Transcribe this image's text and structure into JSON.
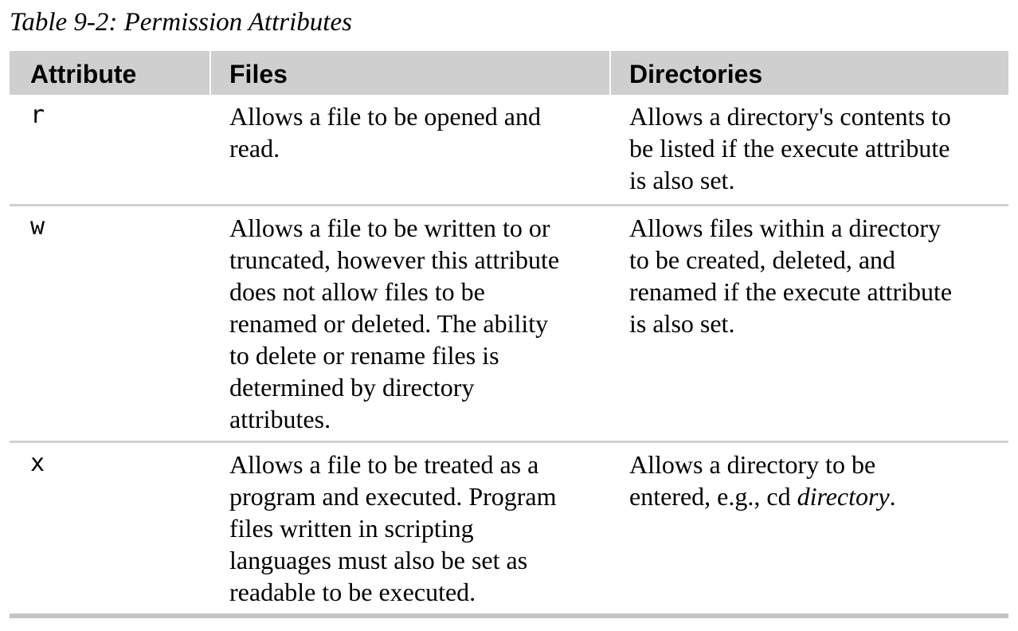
{
  "caption": "Table 9-2: Permission Attributes",
  "headers": {
    "attribute": "Attribute",
    "files": "Files",
    "directories": "Directories"
  },
  "rows": [
    {
      "attribute": "r",
      "files_lines": [
        "Allows a file to be opened and",
        "read."
      ],
      "directories_lines": [
        "Allows a directory's contents to",
        "be listed if the execute attribute",
        "is also set."
      ]
    },
    {
      "attribute": "w",
      "files_lines": [
        "Allows a file to be written to or",
        "truncated, however this attribute",
        "does not allow files to be",
        "renamed or deleted. The ability",
        "to delete or rename files is",
        "determined by directory",
        "attributes."
      ],
      "directories_lines": [
        "Allows files within a directory",
        "to be created, deleted, and",
        "renamed if the execute attribute",
        "is also set."
      ]
    },
    {
      "attribute": "x",
      "files_lines": [
        "Allows a file to be treated as a",
        "program and executed. Program",
        "files written in scripting",
        "languages must also be set as",
        "readable to be executed."
      ],
      "directories_line1": "Allows a directory to be",
      "directories_line2_prefix": "entered, e.g., cd ",
      "directories_line2_emphasis": "directory",
      "directories_line2_suffix": "."
    }
  ]
}
